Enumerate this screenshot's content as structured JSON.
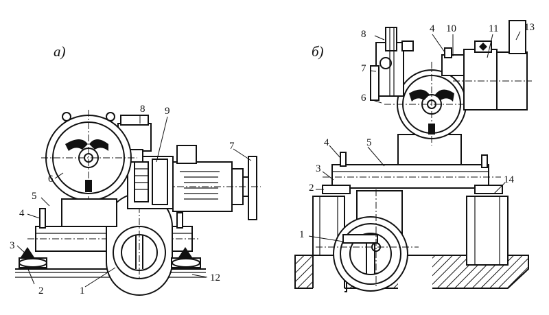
{
  "captions": {
    "a": "а)",
    "b": "б)"
  },
  "labels_a": {
    "l1": "1",
    "l2": "2",
    "l3": "3",
    "l4": "4",
    "l5": "5",
    "l6": "6",
    "l7": "7",
    "l8": "8",
    "l9": "9",
    "l12": "12"
  },
  "labels_b": {
    "l1": "1",
    "l2": "2",
    "l3": "3",
    "l4": "4",
    "l5": "5",
    "l6": "6",
    "l7": "7",
    "l8": "8",
    "l10": "10",
    "l11": "11",
    "l13": "13",
    "l14": "14"
  },
  "colors": {
    "ink": "#111111",
    "paper": "#ffffff"
  }
}
